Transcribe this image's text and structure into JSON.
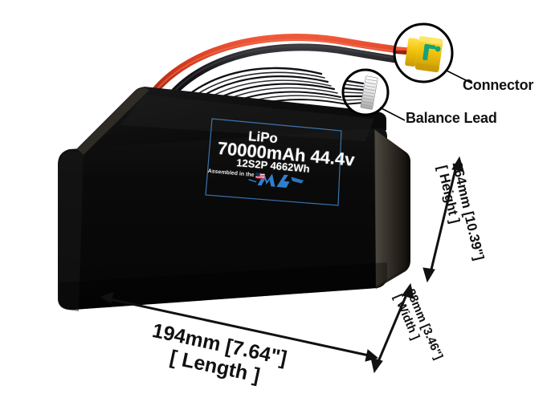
{
  "product": {
    "chemistry": "LiPo",
    "capacity_voltage": "70000mAh 44.4v",
    "configuration": "12S2P 4662Wh",
    "assembled_text": "Assembled in the",
    "brand_logo": "maxamps-logo"
  },
  "callouts": [
    {
      "id": "connector",
      "label": "Connector",
      "target": "xt90-connector"
    },
    {
      "id": "balance_lead",
      "label": "Balance Lead",
      "target": "jst-balance-plug"
    }
  ],
  "dimensions": {
    "height": {
      "value": "264mm [10.39\"]",
      "name": "[ Height ]"
    },
    "width": {
      "value": "88mm [3.46\"]",
      "name": "[ Width ]"
    },
    "length": {
      "value": "194mm [7.64\"]",
      "name": "[ Length ]"
    }
  },
  "colors": {
    "background": "#ffffff",
    "pack_body": "#0b0b0b",
    "pack_top": "#141414",
    "pack_side": "#2a2621",
    "label_border": "#3f7fbf",
    "label_text": "#ffffff",
    "logo_blue": "#2f7fd0",
    "wire_red": "#d8391a",
    "wire_black": "#17171a",
    "connector_yellow": "#f2c40c",
    "connector_green": "#1aa57a",
    "balance_plug": "#e9e9e9",
    "dimension_text": "#111111",
    "callout_stroke": "#000000"
  }
}
